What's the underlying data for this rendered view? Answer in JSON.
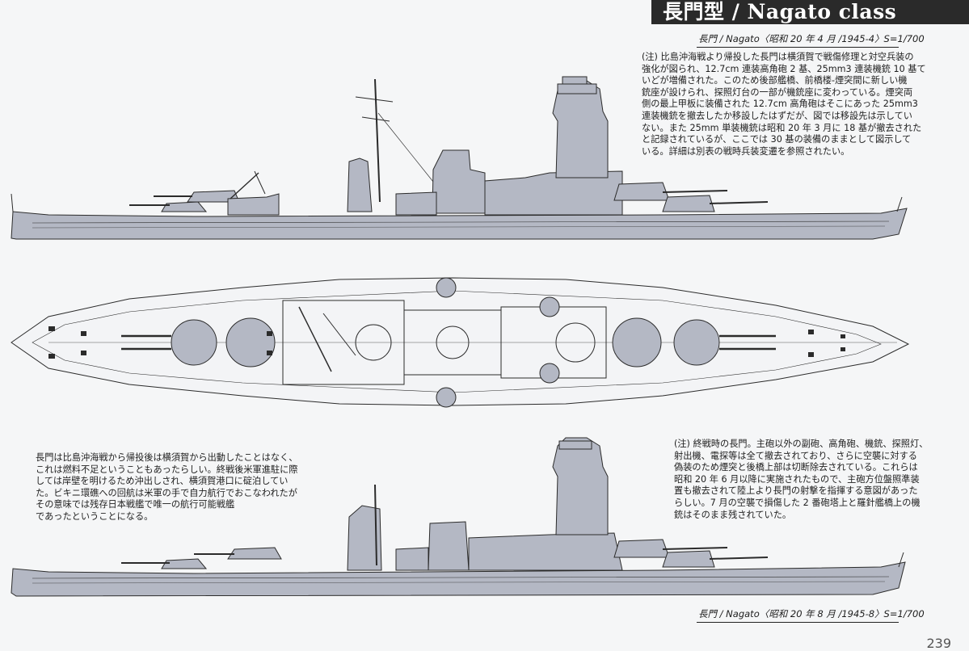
{
  "header": {
    "title": "長門型 / Nagato class"
  },
  "plates": [
    {
      "caption": "長門 / Nagato〈昭和 20 年 4 月 /1945-4〉S=1/700",
      "note_lines": [
        "(注) 比島沖海戦より帰投した長門は横須賀で戦傷修理と対空兵装の",
        "強化が図られ、12.7cm 連装高角砲 2 基、25mm3 連装機銃 10 基て",
        "いどが増備された。このため後部艦橋、前橋楼‐煙突間に新しい機",
        "銃座が設けられ、探照灯台の一部が機銃座に変わっている。煙突両",
        "側の最上甲板に装備された 12.7cm 高角砲はそこにあった 25mm3",
        "連装機銃を撤去したか移設したはずだが、図では移設先は示してい",
        "ない。また 25mm 単装機銃は昭和 20 年 3 月に 18 基が撤去された",
        "と記録されているが、ここでは 30 基の装備のままとして図示して",
        "いる。詳細は別表の戦時兵装変遷を参照されたい。"
      ]
    },
    {
      "caption": "長門 / Nagato〈昭和 20 年 8 月 /1945-8〉S=1/700",
      "note_lines": [
        "(注) 終戦時の長門。主砲以外の副砲、高角砲、機銃、探照灯、",
        "射出機、電探等は全て撤去されており、さらに空襲に対する",
        "偽装のため煙突と後橋上部は切断除去されている。これらは",
        "昭和 20 年 6 月以降に実施されたもので、主砲方位盤照準装",
        "置も撤去されて陸上より長門の射撃を指揮する意図があった",
        "らしい。7 月の空襲で損傷した 2 番砲塔上と羅針艦橋上の機",
        "銃はそのまま残されていた。"
      ]
    }
  ],
  "side_note_lines": [
    "長門は比島沖海戦から帰投後は横須賀から出動したことはなく、",
    "これは燃料不足ということもあったらしい。終戦後米軍進駐に際",
    "しては岸壁を明けるため沖出しされ、横須賀港口に碇泊してい",
    "た。ビキニ環礁への回航は米軍の手で自力航行でおこなわれたが",
    "その意味では残存日本戦艦で唯一の航行可能戦艦",
    "であったということになる。"
  ],
  "page_number": "239",
  "colors": {
    "hull_gray": "#b4b8c4",
    "deck_white": "#f3f4f6",
    "line": "#2b2b2b",
    "title_band": "#2a2a2a"
  }
}
